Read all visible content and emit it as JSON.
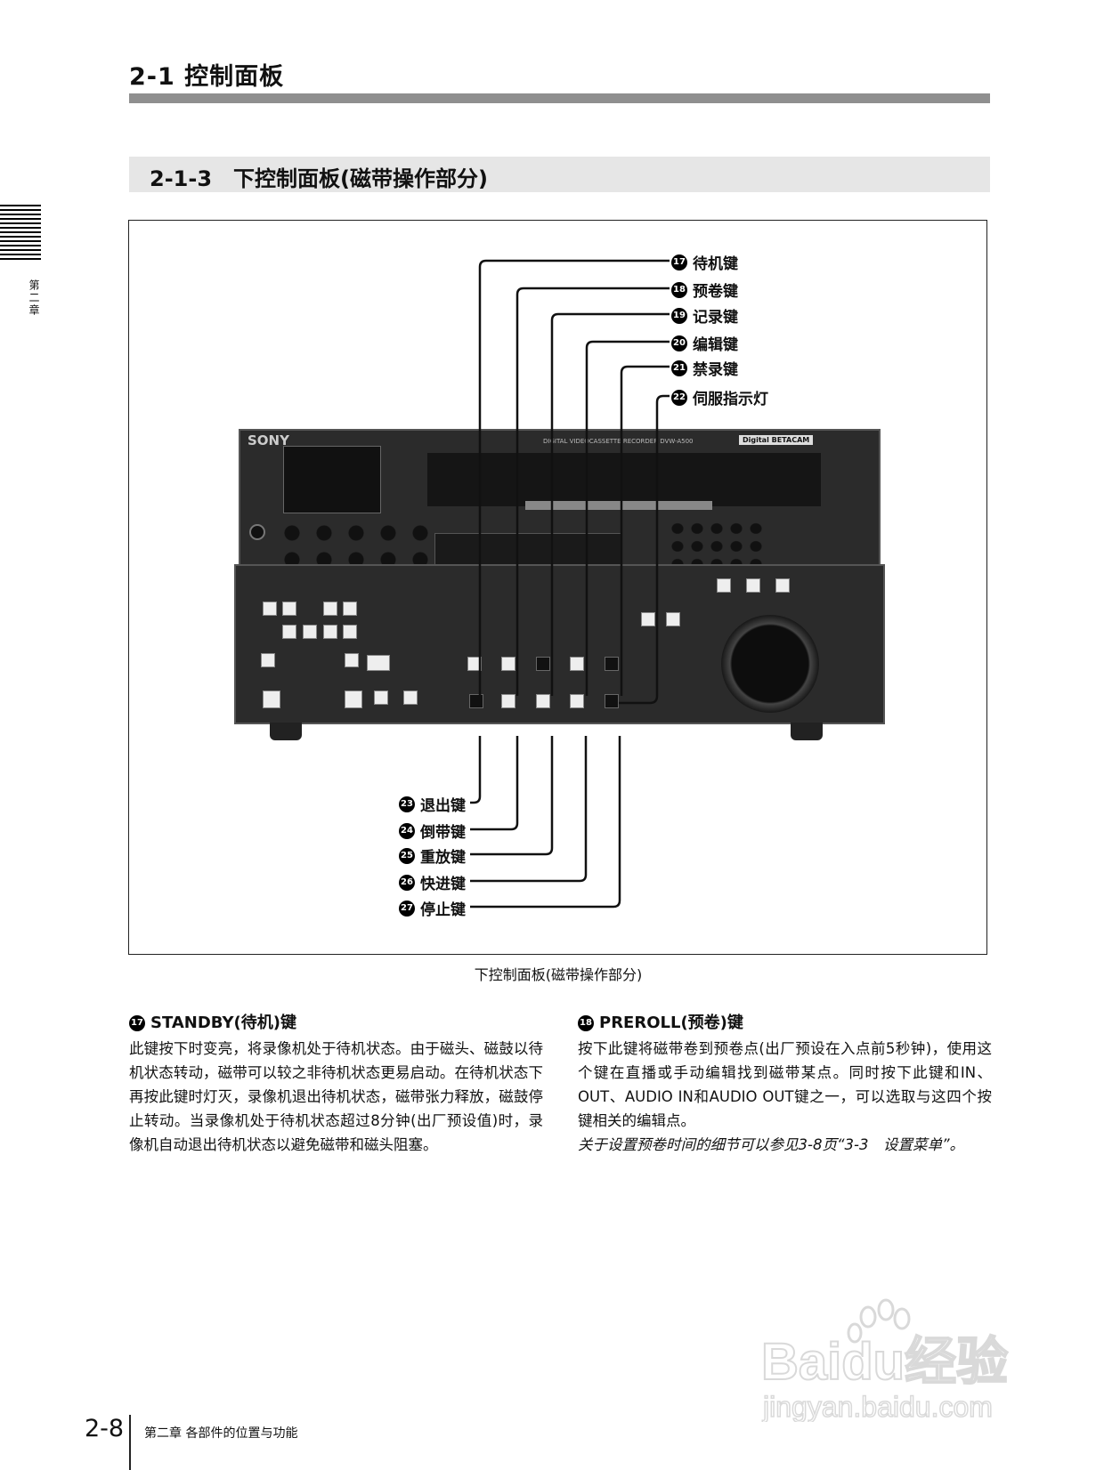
{
  "header": {
    "title": "2-1  控制面板",
    "section": "2-1-3　下控制面板(磁带操作部分)"
  },
  "side_tab": {
    "text": "第二章"
  },
  "figure": {
    "device_brand": "SONY",
    "device_model_text": "DIGITAL VIDEOCASSETTE RECORDER DVW-A500",
    "device_logo": "Digital BETACAM",
    "top_callouts": [
      {
        "num": "17",
        "label": "待机键"
      },
      {
        "num": "18",
        "label": "预卷键"
      },
      {
        "num": "19",
        "label": "记录键"
      },
      {
        "num": "20",
        "label": "编辑键"
      },
      {
        "num": "21",
        "label": "禁录键"
      },
      {
        "num": "22",
        "label": "伺服指示灯"
      }
    ],
    "bottom_callouts": [
      {
        "num": "23",
        "label": "退出键"
      },
      {
        "num": "24",
        "label": "倒带键"
      },
      {
        "num": "25",
        "label": "重放键"
      },
      {
        "num": "26",
        "label": "快进键"
      },
      {
        "num": "27",
        "label": "停止键"
      }
    ],
    "caption": "下控制面板(磁带操作部分)"
  },
  "sections": [
    {
      "num": "17",
      "heading": "STANDBY(待机)键",
      "body": "此键按下时变亮，将录像机处于待机状态。由于磁头、磁鼓以待机状态转动，磁带可以较之非待机状态更易启动。在待机状态下再按此键时灯灭，录像机退出待机状态，磁带张力释放，磁鼓停止转动。当录像机处于待机状态超过8分钟(出厂预设值)时，录像机自动退出待机状态以避免磁带和磁头阻塞。"
    },
    {
      "num": "18",
      "heading": "PREROLL(预卷)键",
      "body": "按下此键将磁带卷到预卷点(出厂预设在入点前5秒钟)，使用这个键在直播或手动编辑找到磁带某点。同时按下此键和IN、OUT、AUDIO IN和AUDIO OUT键之一，可以选取与这四个按键相关的编辑点。",
      "note": "关于设置预卷时间的细节可以参见3-8页“3-3　设置菜单”。"
    }
  ],
  "footer": {
    "page": "2-8",
    "chapter": "第二章  各部件的位置与功能"
  },
  "watermark": {
    "logo": "Baidu经验",
    "url": "jingyan.baidu.com"
  }
}
